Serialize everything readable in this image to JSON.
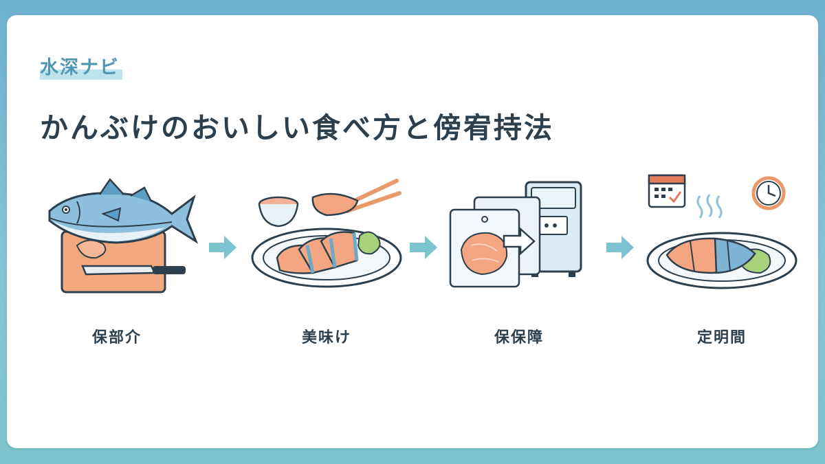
{
  "header": {
    "brand": "水深ナビ",
    "title": "かんぶけのおいしい食べ方と傍宥持法"
  },
  "steps": [
    {
      "label": "保部介",
      "icon": "fish-on-cutting-board"
    },
    {
      "label": "美味け",
      "icon": "sashimi-plate-chopsticks"
    },
    {
      "label": "保保障",
      "icon": "vacuum-bag-freezer"
    },
    {
      "label": "定明間",
      "icon": "cooked-fish-plate-calendar-clock"
    }
  ],
  "colors": {
    "accent": "#4f97b4",
    "arrow": "#7cc3cf",
    "text": "#2d3f4c",
    "salmon": "#f4a582",
    "fish_blue": "#7fb3d3"
  }
}
